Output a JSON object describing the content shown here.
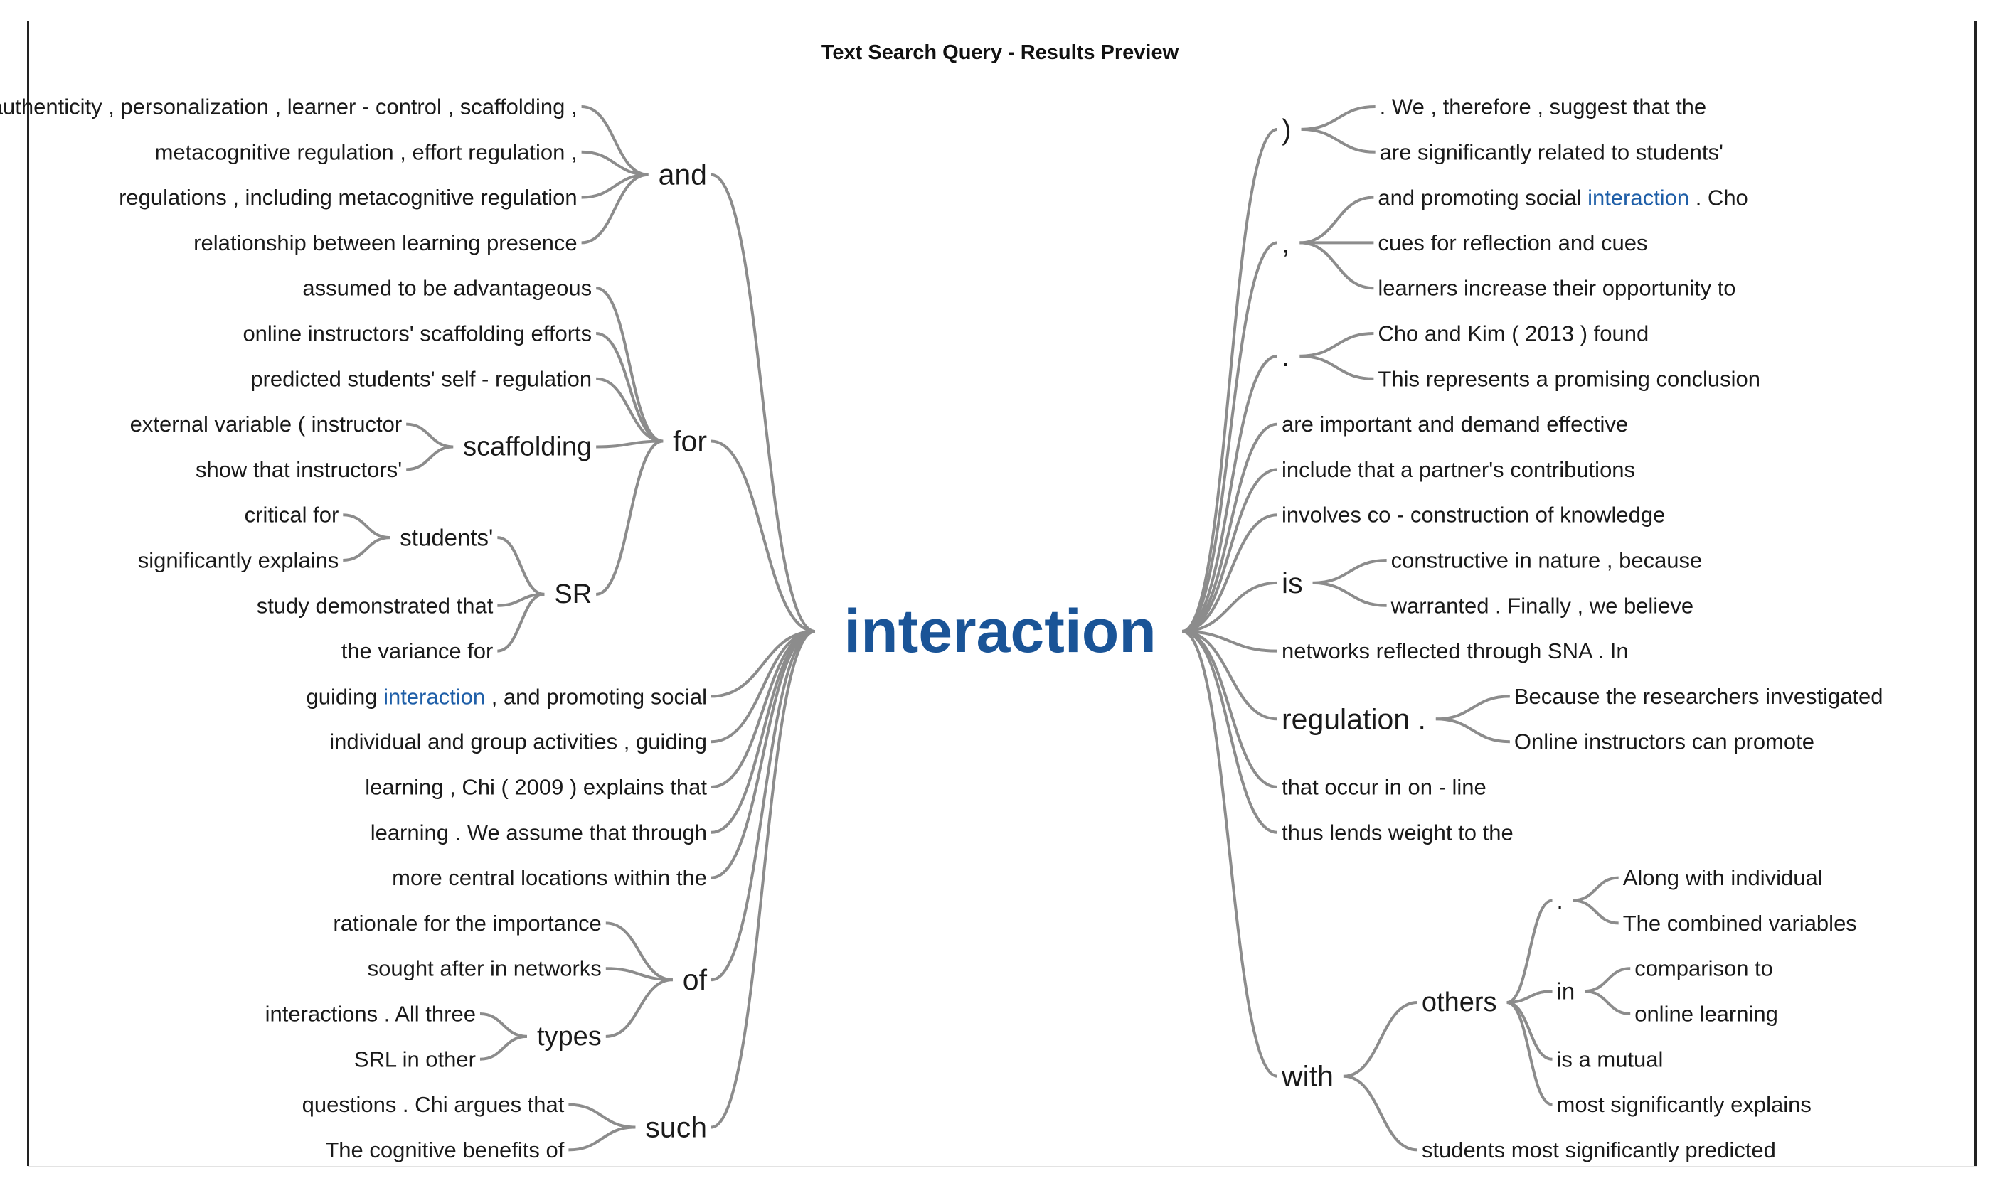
{
  "title": "Text Search Query - Results Preview",
  "keyword": "interaction",
  "colors": {
    "keyword": "#1a5497",
    "branch": "#8c8c8c",
    "text": "#1a1a1a"
  },
  "left": [
    {
      "label": "and",
      "children": [
        {
          "label": "( authenticity , personalization , learner - control , scaffolding ,"
        },
        {
          "label": "metacognitive regulation , effort regulation ,"
        },
        {
          "label": "regulations , including metacognitive regulation"
        },
        {
          "label": "relationship between learning presence"
        }
      ]
    },
    {
      "label": "for",
      "children": [
        {
          "label": "assumed to be advantageous"
        },
        {
          "label": "online instructors' scaffolding efforts"
        },
        {
          "label": "predicted students' self - regulation"
        },
        {
          "label": "scaffolding",
          "children": [
            {
              "label": "external variable ( instructor"
            },
            {
              "label": "show that instructors'"
            }
          ]
        },
        {
          "label": "SR",
          "children": [
            {
              "label": "students'",
              "children": [
                {
                  "label": "critical for"
                },
                {
                  "label": "significantly explains"
                }
              ]
            },
            {
              "label": "study demonstrated that"
            },
            {
              "label": "the variance for"
            }
          ]
        }
      ]
    },
    {
      "label": "guiding interaction , and promoting social",
      "pre": "guiding ",
      "kw": "interaction",
      "post": " , and promoting social"
    },
    {
      "label": "individual and group activities , guiding"
    },
    {
      "label": "learning , Chi ( 2009 ) explains that"
    },
    {
      "label": "learning . We assume that through"
    },
    {
      "label": "more central locations within the"
    },
    {
      "label": "of",
      "children": [
        {
          "label": "rationale for the importance"
        },
        {
          "label": "sought after in networks"
        },
        {
          "label": "types",
          "children": [
            {
              "label": "interactions . All three"
            },
            {
              "label": "SRL in other"
            }
          ]
        }
      ]
    },
    {
      "label": "such",
      "children": [
        {
          "label": "questions . Chi argues that"
        },
        {
          "label": "The cognitive benefits of"
        }
      ]
    }
  ],
  "right": [
    {
      "label": ")",
      "children": [
        {
          "label": ". We , therefore , suggest that the"
        },
        {
          "label": "are significantly related to students'"
        }
      ]
    },
    {
      "label": ",",
      "children": [
        {
          "label": "and promoting social interaction . Cho",
          "pre": "and promoting social ",
          "kw": "interaction",
          "post": " . Cho"
        },
        {
          "label": "cues for reflection and cues"
        },
        {
          "label": "learners increase their opportunity to"
        }
      ]
    },
    {
      "label": ".",
      "children": [
        {
          "label": "Cho and Kim ( 2013 ) found"
        },
        {
          "label": "This represents a promising conclusion"
        }
      ]
    },
    {
      "label": "are important and demand effective"
    },
    {
      "label": "include that a partner's contributions"
    },
    {
      "label": "involves co - construction of knowledge"
    },
    {
      "label": "is",
      "children": [
        {
          "label": "constructive in nature , because"
        },
        {
          "label": "warranted . Finally , we believe"
        }
      ]
    },
    {
      "label": "networks reflected through SNA . In"
    },
    {
      "label": "regulation .",
      "children": [
        {
          "label": "Because the researchers investigated"
        },
        {
          "label": "Online instructors can promote"
        }
      ]
    },
    {
      "label": "that occur in on - line"
    },
    {
      "label": "thus lends weight to the"
    },
    {
      "label": "with",
      "children": [
        {
          "label": "others",
          "children": [
            {
              "label": ".",
              "children": [
                {
                  "label": "Along with individual"
                },
                {
                  "label": "The combined variables"
                }
              ]
            },
            {
              "label": "in",
              "children": [
                {
                  "label": "comparison to"
                },
                {
                  "label": "online learning"
                }
              ]
            },
            {
              "label": "is a mutual"
            },
            {
              "label": "most significantly explains"
            }
          ]
        },
        {
          "label": "students most significantly predicted"
        }
      ]
    }
  ]
}
